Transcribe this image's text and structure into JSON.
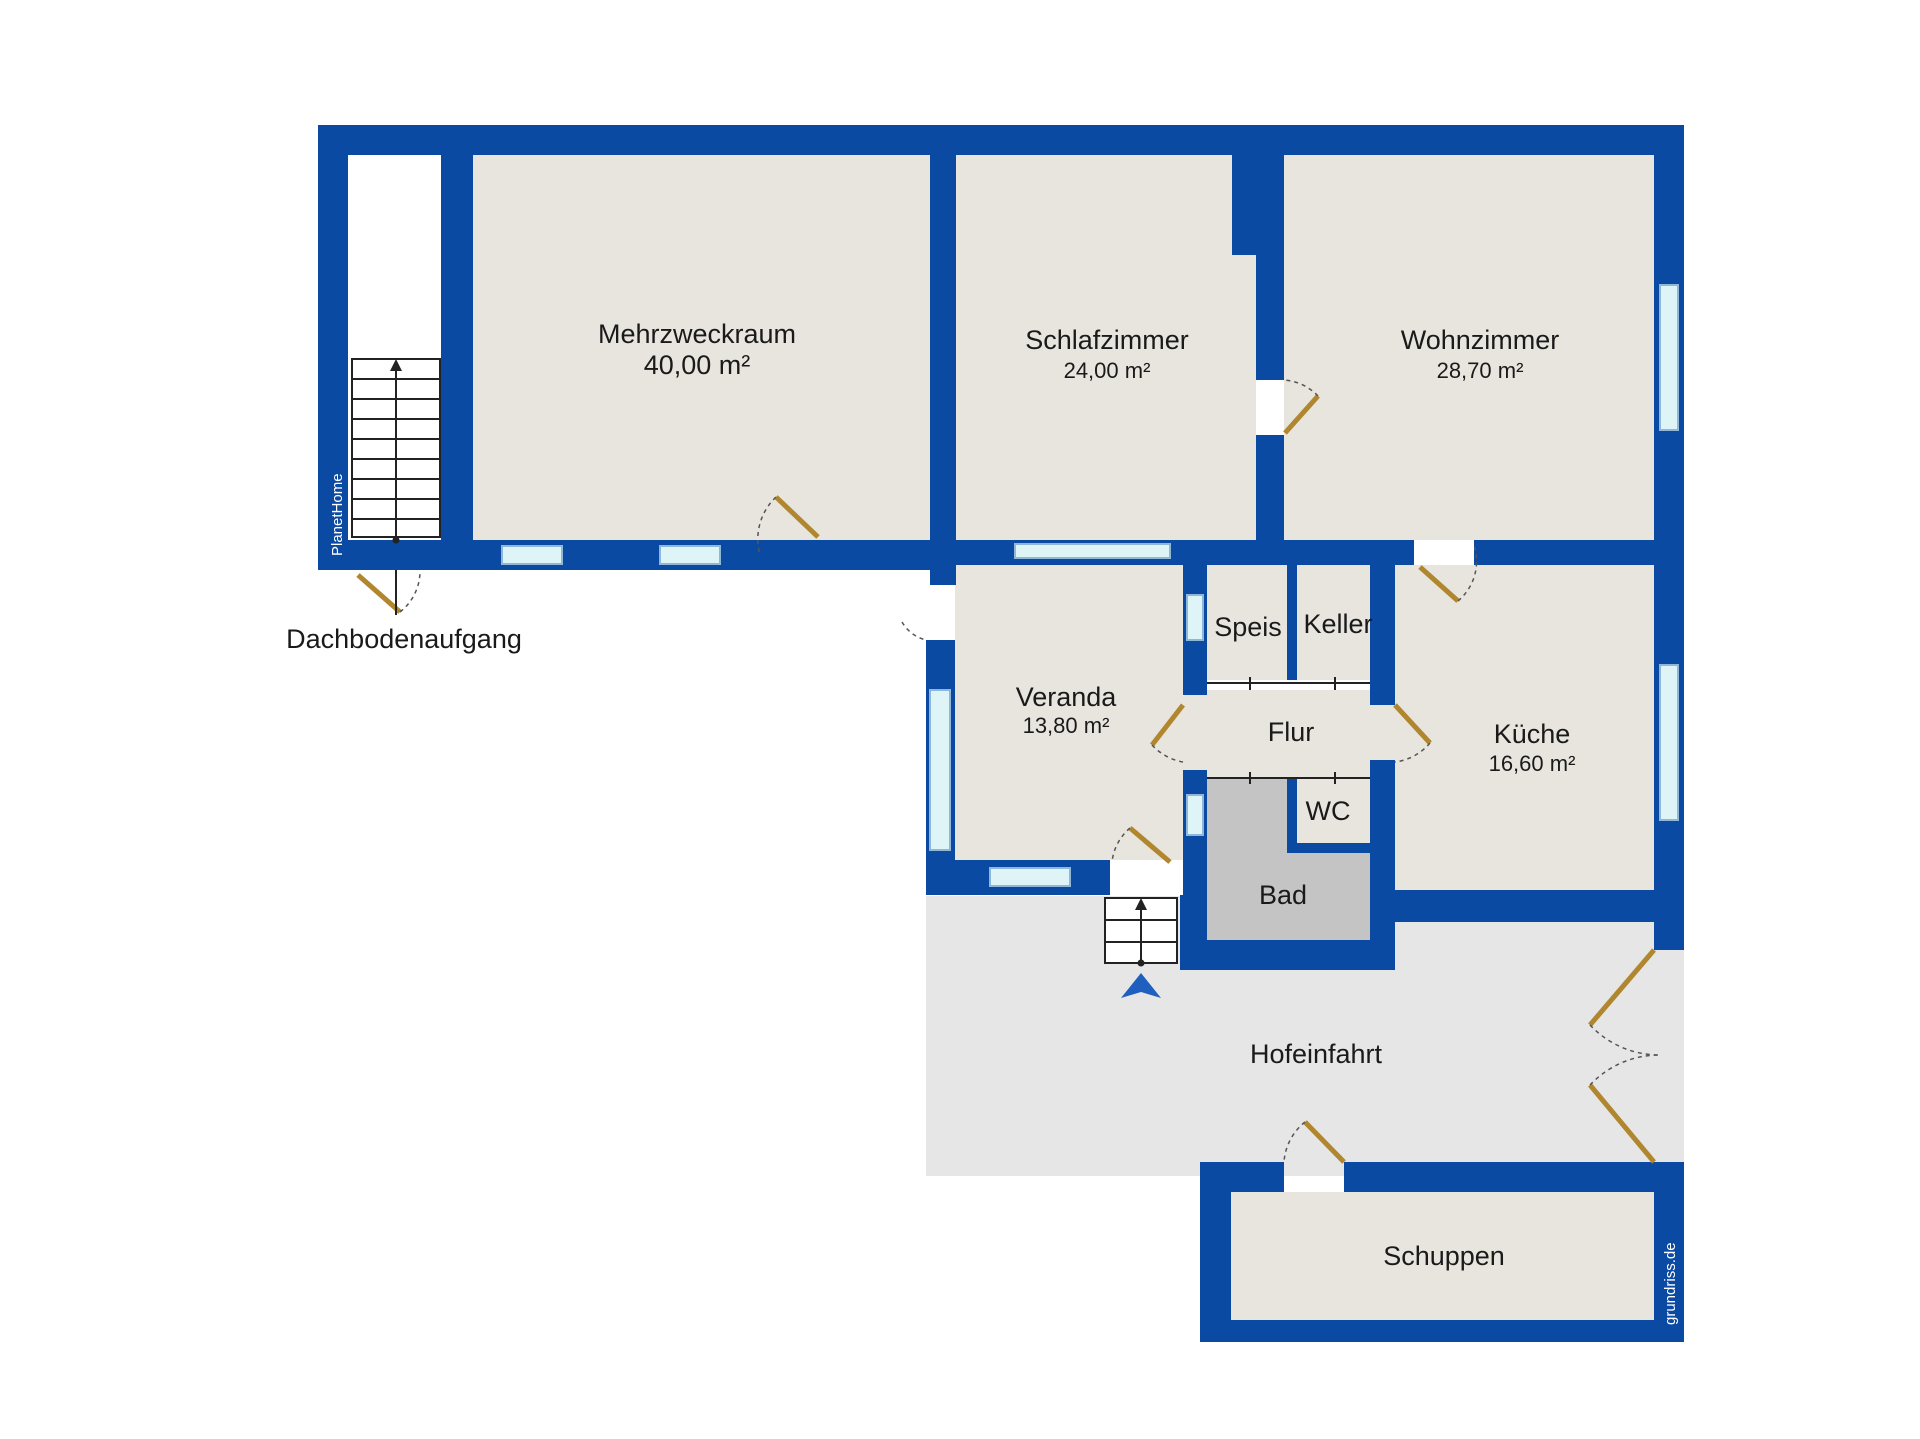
{
  "colors": {
    "wall": "#0b4aa3",
    "floor": "#e8e5df",
    "outdoor": "#e6e6e6",
    "window": "#dff4f6",
    "door": "#b0862f",
    "tile": "#c4c4c4",
    "stair": "#ffffff"
  },
  "rooms": {
    "mehrzweckraum": {
      "name": "Mehrzweckraum",
      "area": "40,00 m²"
    },
    "schlafzimmer": {
      "name": "Schlafzimmer",
      "area": "24,00 m²"
    },
    "wohnzimmer": {
      "name": "Wohnzimmer",
      "area": "28,70 m²"
    },
    "veranda": {
      "name": "Veranda",
      "area": "13,80 m²"
    },
    "kueche": {
      "name": "Küche",
      "area": "16,60 m²"
    },
    "speis": {
      "name": "Speis"
    },
    "keller": {
      "name": "Keller"
    },
    "flur": {
      "name": "Flur"
    },
    "wc": {
      "name": "WC"
    },
    "bad": {
      "name": "Bad"
    },
    "hofeinfahrt": {
      "name": "Hofeinfahrt"
    },
    "schuppen": {
      "name": "Schuppen"
    }
  },
  "labels": {
    "dachbodenaufgang": "Dachbodenaufgang"
  },
  "credits": {
    "left": "PlanetHome",
    "right": "grundriss.de"
  },
  "icons": {
    "entrance": "entrance-arrow-icon",
    "stairs": "stairs-icon"
  }
}
